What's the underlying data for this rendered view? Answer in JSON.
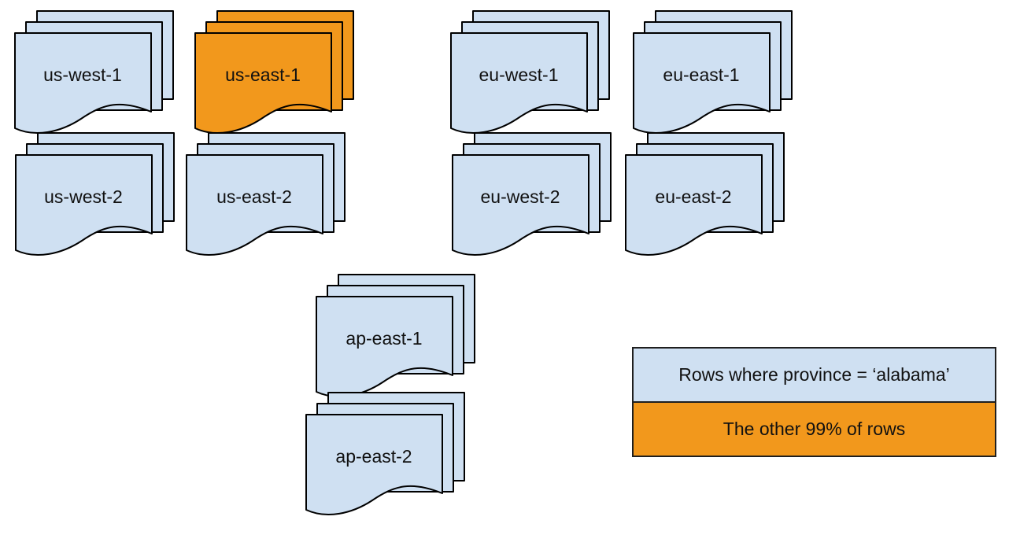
{
  "diagram": {
    "description": "Document stacks per region; one region highlighted",
    "stacks": [
      {
        "label": "us-west-1",
        "variant": "blue"
      },
      {
        "label": "us-east-1",
        "variant": "orange"
      },
      {
        "label": "eu-west-1",
        "variant": "blue"
      },
      {
        "label": "eu-east-1",
        "variant": "blue"
      },
      {
        "label": "us-west-2",
        "variant": "blue"
      },
      {
        "label": "us-east-2",
        "variant": "blue"
      },
      {
        "label": "eu-west-2",
        "variant": "blue"
      },
      {
        "label": "eu-east-2",
        "variant": "blue"
      },
      {
        "label": "ap-east-1",
        "variant": "blue"
      },
      {
        "label": "ap-east-2",
        "variant": "blue"
      }
    ],
    "legend": {
      "items": [
        {
          "label": "Rows where province = ‘alabama’",
          "variant": "blue"
        },
        {
          "label": "The other 99% of rows",
          "variant": "orange"
        }
      ]
    },
    "colors": {
      "blue": "#cfe0f2",
      "orange": "#f2981c",
      "stroke": "#000000"
    }
  }
}
